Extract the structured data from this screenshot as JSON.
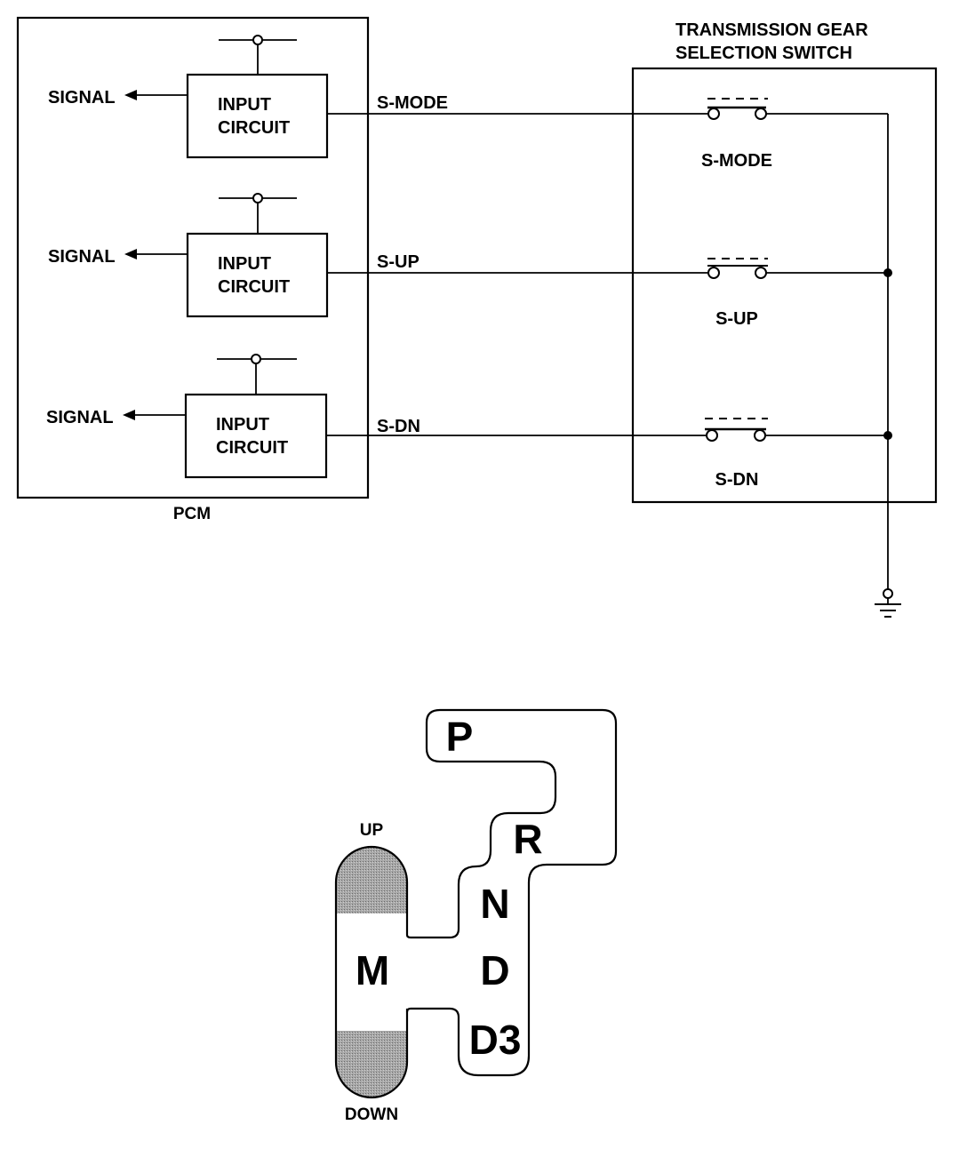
{
  "pcm": {
    "label": "PCM",
    "circuits": [
      {
        "box_line1": "INPUT",
        "box_line2": "CIRCUIT",
        "output_label": "SIGNAL",
        "wire_label": "S-MODE"
      },
      {
        "box_line1": "INPUT",
        "box_line2": "CIRCUIT",
        "output_label": "SIGNAL",
        "wire_label": "S-UP"
      },
      {
        "box_line1": "INPUT",
        "box_line2": "CIRCUIT",
        "output_label": "SIGNAL",
        "wire_label": "S-DN"
      }
    ]
  },
  "switch_unit": {
    "title_line1": "TRANSMISSION GEAR",
    "title_line2": "SELECTION SWITCH",
    "switches": [
      {
        "label": "S-MODE"
      },
      {
        "label": "S-UP"
      },
      {
        "label": "S-DN"
      }
    ]
  },
  "shift_gate": {
    "positions": [
      "P",
      "R",
      "N",
      "D",
      "D3",
      "M"
    ],
    "up_label": "UP",
    "down_label": "DOWN"
  }
}
